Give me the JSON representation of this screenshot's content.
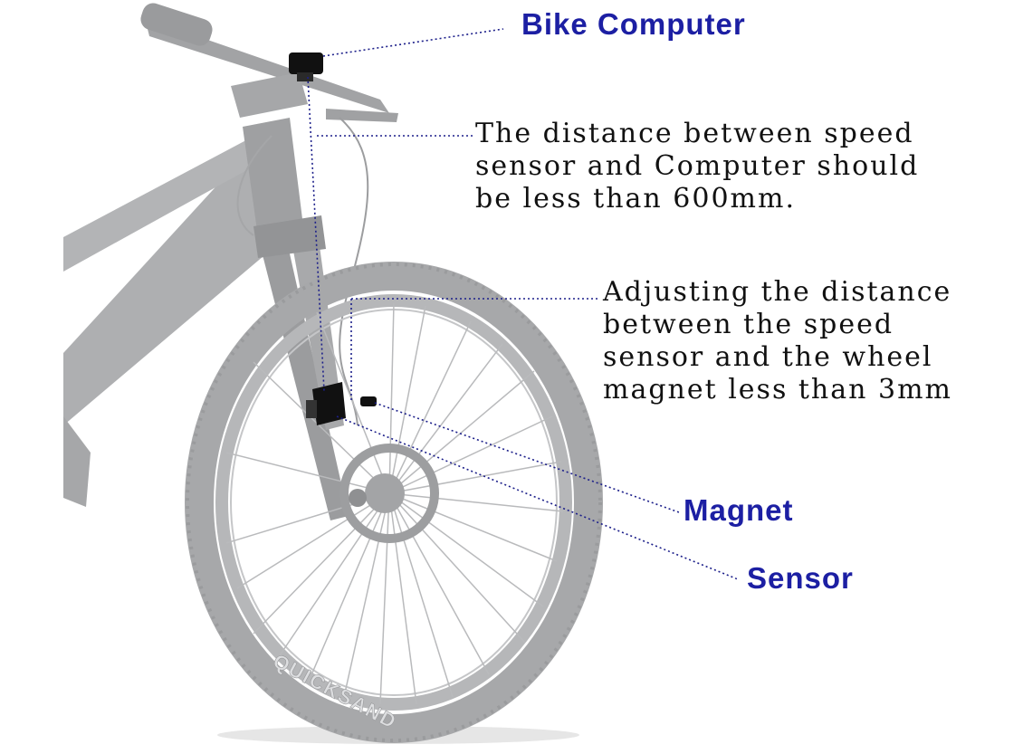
{
  "labels": {
    "bike_computer": "Bike Computer",
    "magnet": "Magnet",
    "sensor": "Sensor",
    "distance_note": [
      "The distance between speed",
      "sensor and Computer should",
      "be less than 600mm."
    ],
    "adjust_note": [
      "Adjusting the distance",
      "between the speed",
      "sensor and the wheel",
      "magnet less than 3mm"
    ],
    "tire_text": "QUICKSAND"
  },
  "colors": {
    "label": "#1c1fa3",
    "leader_line": "#1c1f8a",
    "bike": "#a9aaac",
    "bike_dark": "#8d8e90",
    "device": "#111111"
  }
}
